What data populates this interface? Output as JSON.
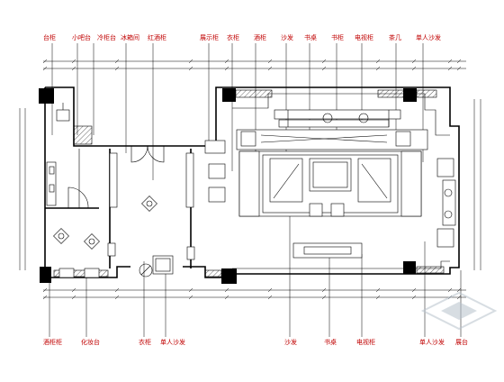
{
  "drawing": {
    "top_labels": [
      "台柜",
      "小吧台",
      "冷柜台",
      "冰箱间",
      "红酒柜",
      "展示柜",
      "衣柜",
      "酒柜",
      "沙发",
      "书桌",
      "书柜",
      "电视柜",
      "茶几",
      "单人沙发"
    ],
    "bottom_labels": [
      "酒柜柜",
      "化妆台",
      "衣柜",
      "单人沙发",
      "沙发",
      "书桌",
      "电视柜",
      "单人沙发",
      "展台"
    ]
  },
  "colors": {
    "label": "#c00000",
    "line": "#000000",
    "watermark": "#b8c2cc"
  }
}
